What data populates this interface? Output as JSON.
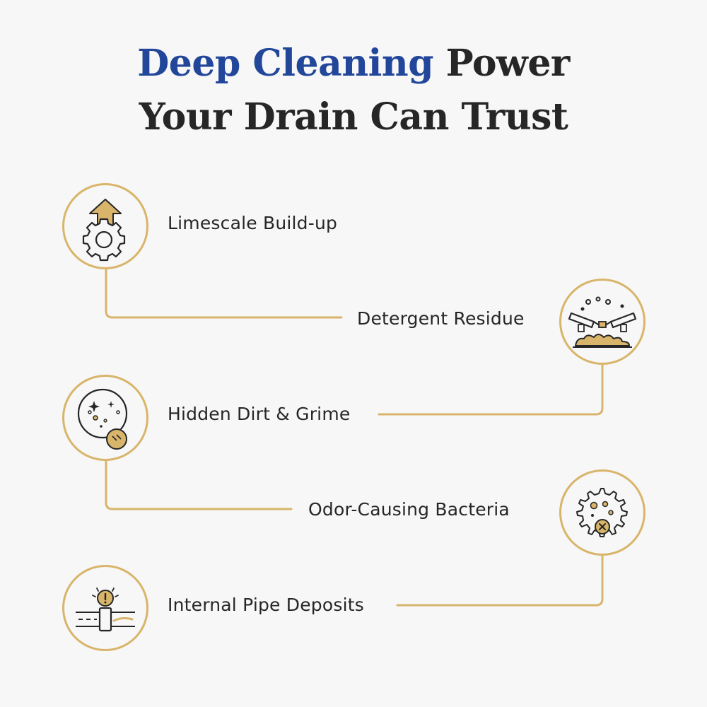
{
  "title": {
    "accent": "Deep Cleaning",
    "rest_line1": " Power",
    "line2": "Your Drain Can Trust"
  },
  "colors": {
    "accent": "#22479a",
    "gold": "#d8b56a",
    "text": "#262626",
    "background": "#f7f7f7"
  },
  "items": [
    {
      "label": "Limescale Build-up",
      "icon": "gear-arrow-icon"
    },
    {
      "label": "Detergent Residue",
      "icon": "pipe-residue-icon"
    },
    {
      "label": "Hidden Dirt & Grime",
      "icon": "dirty-plate-icon"
    },
    {
      "label": "Odor-Causing Bacteria",
      "icon": "bacteria-icon"
    },
    {
      "label": "Internal Pipe Deposits",
      "icon": "pipe-warning-icon"
    }
  ]
}
